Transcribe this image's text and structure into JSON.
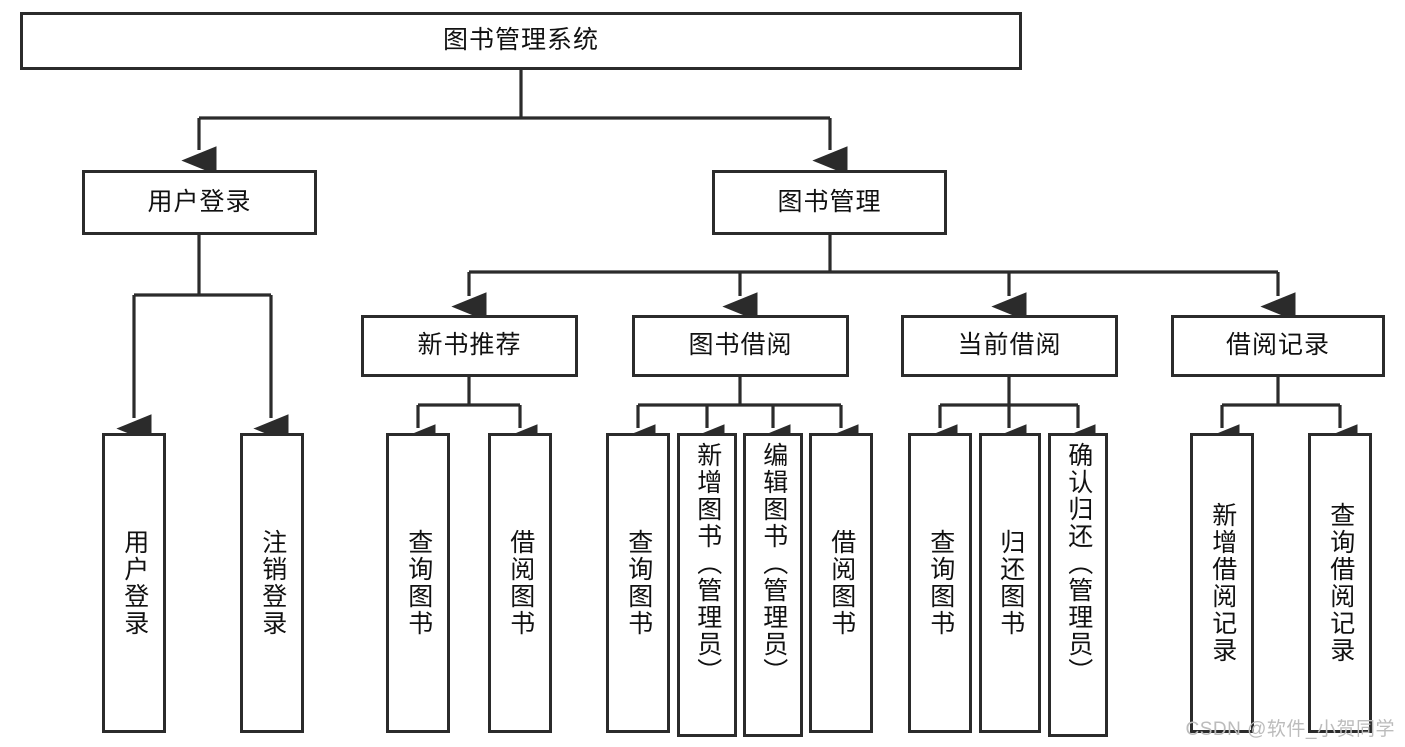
{
  "diagram": {
    "type": "tree-hierarchy-chart",
    "title_text": "图书管理系统",
    "stroke_color": "#2b2b2b",
    "text_color": "#111111",
    "background_color": "#ffffff",
    "root": {
      "id": "root",
      "label": "图书管理系统"
    },
    "level2": [
      {
        "id": "user-login",
        "label": "用户登录"
      },
      {
        "id": "book-management",
        "label": "图书管理"
      }
    ],
    "level3": [
      {
        "id": "new-book-recommend",
        "label": "新书推荐",
        "parent": "book-management"
      },
      {
        "id": "book-borrow",
        "label": "图书借阅",
        "parent": "book-management"
      },
      {
        "id": "current-borrow",
        "label": "当前借阅",
        "parent": "book-management"
      },
      {
        "id": "borrow-record",
        "label": "借阅记录",
        "parent": "book-management"
      }
    ],
    "leaves": {
      "user_login": [
        {
          "id": "leaf-user-login",
          "label": "用户登录"
        },
        {
          "id": "leaf-logout",
          "label": "注销登录"
        }
      ],
      "new_book_recommend": [
        {
          "id": "leaf-query-book-1",
          "label": "查询图书"
        },
        {
          "id": "leaf-borrow-book-1",
          "label": "借阅图书"
        }
      ],
      "book_borrow": [
        {
          "id": "leaf-query-book-2",
          "label": "查询图书"
        },
        {
          "id": "leaf-add-book-admin",
          "label": "新增图书（管理员）"
        },
        {
          "id": "leaf-edit-book-admin",
          "label": "编辑图书（管理员）"
        },
        {
          "id": "leaf-borrow-book-2",
          "label": "借阅图书"
        }
      ],
      "current_borrow": [
        {
          "id": "leaf-query-book-3",
          "label": "查询图书"
        },
        {
          "id": "leaf-return-book",
          "label": "归还图书"
        },
        {
          "id": "leaf-confirm-return-admin",
          "label": "确认归还（管理员）"
        }
      ],
      "borrow_record": [
        {
          "id": "leaf-add-borrow-record",
          "label": "新增借阅记录"
        },
        {
          "id": "leaf-query-borrow-record",
          "label": "查询借阅记录"
        }
      ]
    }
  },
  "watermark": {
    "text": "CSDN @软件_小贺同学"
  }
}
